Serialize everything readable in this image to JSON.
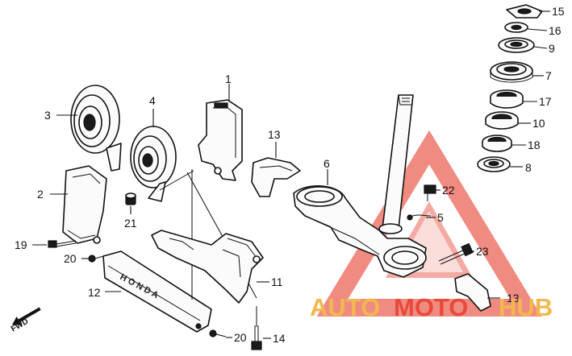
{
  "labels": {
    "l1": "1",
    "l2": "2",
    "l3": "3",
    "l4": "4",
    "l5": "5",
    "l6": "6",
    "l7": "7",
    "l8": "8",
    "l9": "9",
    "l10": "10",
    "l11": "11",
    "l12": "12",
    "l13": "13",
    "l13b": "13",
    "l14": "14",
    "l15": "15",
    "l16": "16",
    "l17": "17",
    "l18": "18",
    "l19": "19",
    "l20a": "20",
    "l20b": "20",
    "l21": "21",
    "l22": "22",
    "l23": "23"
  },
  "fwd": "FWD",
  "watermark": {
    "part1": "AUTO",
    "part2": "MOTO",
    "part3": "HUB"
  },
  "colors": {
    "line": "#111111",
    "watermark_red": "#e8493a",
    "watermark_orange": "#f2b84d"
  },
  "icons": [
    "horn-icon",
    "fork-stem-icon",
    "bearing-icon",
    "fwd-arrow-icon",
    "triangle-logo-icon"
  ]
}
